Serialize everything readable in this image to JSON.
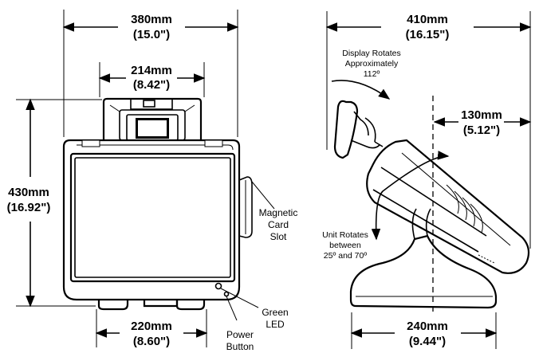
{
  "front": {
    "width_overall": {
      "mm": "380mm",
      "in": "(15.0\")"
    },
    "width_top": {
      "mm": "214mm",
      "in": "(8.42\")"
    },
    "height": {
      "mm": "430mm",
      "in": "(16.92\")"
    },
    "width_base": {
      "mm": "220mm",
      "in": "(8.60\")"
    },
    "labels": {
      "msr": [
        "Magnetic",
        "Card",
        "Slot"
      ],
      "led": [
        "Green",
        "LED"
      ],
      "power": [
        "Power",
        "Button"
      ]
    }
  },
  "side": {
    "depth_overall": {
      "mm": "410mm",
      "in": "(16.15\")"
    },
    "offset": {
      "mm": "130mm",
      "in": "(5.12\")"
    },
    "base_depth": {
      "mm": "240mm",
      "in": "(9.44\")"
    },
    "labels": {
      "display_rotates": [
        "Display Rotates",
        "Approximately",
        "112º"
      ],
      "unit_rotates": [
        "Unit Rotates",
        "between",
        "25º and 70º"
      ]
    }
  }
}
